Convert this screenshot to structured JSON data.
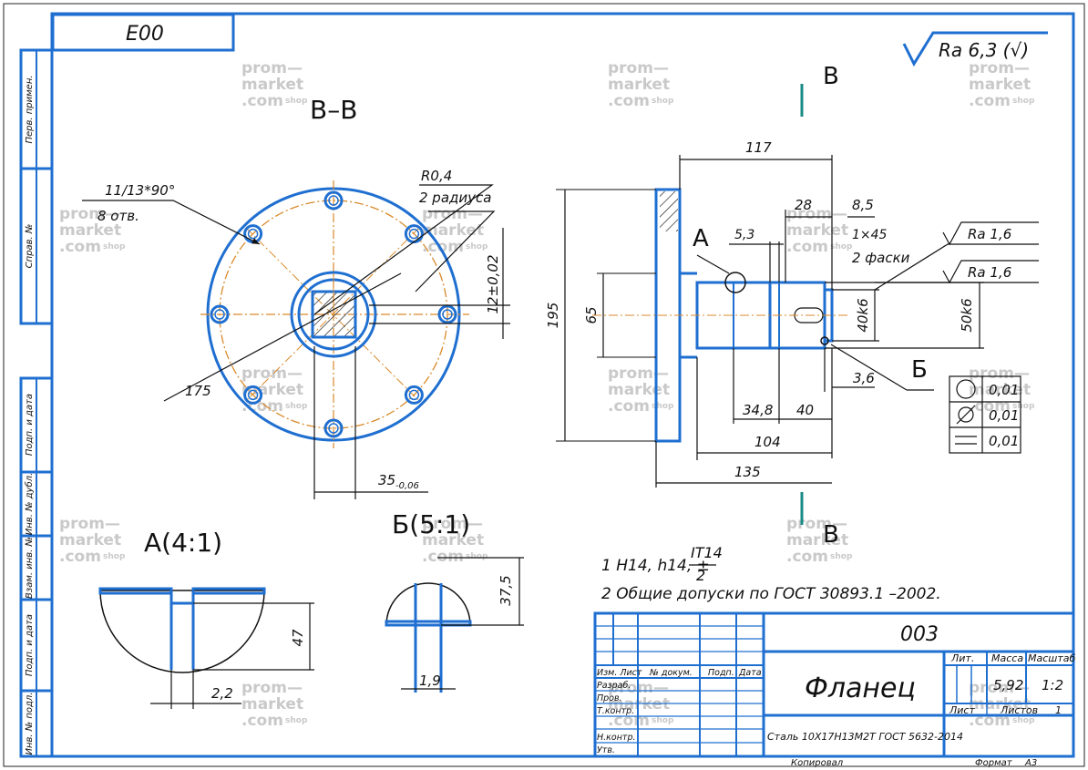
{
  "frame": {
    "code_box": "E00",
    "side_labels": [
      "Перв. примен.",
      "Справ. №",
      "Подп. и дата",
      "Инв. № дубл.",
      "Взам. инв. №",
      "Подп. и дата",
      "Инв. № подл."
    ]
  },
  "roughness_general": "Ra 6,3 (√)",
  "watermark": {
    "line1": "prom—",
    "line2": "market",
    "line3": ".com",
    "suffix": "shop"
  },
  "views": {
    "section_bb": "В–В",
    "cut_mark": "В",
    "detail_a": "А(4:1)",
    "detail_b": "Б(5:1)",
    "label_a": "А",
    "label_b": "Б"
  },
  "front_view": {
    "holes_note_1": "11/13*90°",
    "holes_note_2": "8 отв.",
    "radius_1": "R0,4",
    "radius_2": "2 радиуса",
    "dim_bolt_circle": "175",
    "dim_key": "12±0,02",
    "dim_35": "35",
    "dim_35_tol": "-0,06"
  },
  "side_view": {
    "dim_117": "117",
    "dim_28": "28",
    "dim_85": "8,5",
    "chamfer_1": "1×45",
    "chamfer_2": "2 фаски",
    "dim_53": "5,3",
    "ra_1": "Ra 1,6",
    "ra_2": "Ra 1,6",
    "dim_195": "195",
    "dim_65": "65",
    "dim_40k6": "40k6",
    "dim_50k6": "50k6",
    "dim_36": "3,6",
    "dim_348": "34,8",
    "dim_40": "40",
    "dim_104": "104",
    "dim_135": "135"
  },
  "tolerances": [
    "0,01",
    "0,01",
    "0,01"
  ],
  "detail_dims": {
    "a_47": "47",
    "a_22": "2,2",
    "b_375": "37,5",
    "b_19": "1,9"
  },
  "notes": {
    "note1_prefix": "1 H14, h14, ±",
    "note1_frac_top": "IT14",
    "note1_frac_bottom": "2",
    "note2": "2 Общие допуски по ГОСТ 30893.1 –2002."
  },
  "title_block": {
    "doc_code": "003",
    "part_name": "Фланец",
    "material": "Сталь 10Х17Н13М2Т ГОСТ 5632-2014",
    "col_lit": "Лит.",
    "col_mass": "Масса",
    "col_scale": "Масштаб",
    "mass": "5,92",
    "scale": "1:2",
    "sheet_label": "Лист",
    "sheets_label": "Листов",
    "sheets": "1",
    "head_izm": "Изм. Лист",
    "head_doc": "№ докум.",
    "head_sign": "Подп.",
    "head_date": "Дата",
    "row_razrab": "Разраб.",
    "row_prov": "Пров.",
    "row_tkontr": "Т.контр.",
    "row_nkontr": "Н.контр.",
    "row_utv": "Утв.",
    "copied": "Копировал",
    "format_label": "Формат",
    "format": "А3"
  }
}
